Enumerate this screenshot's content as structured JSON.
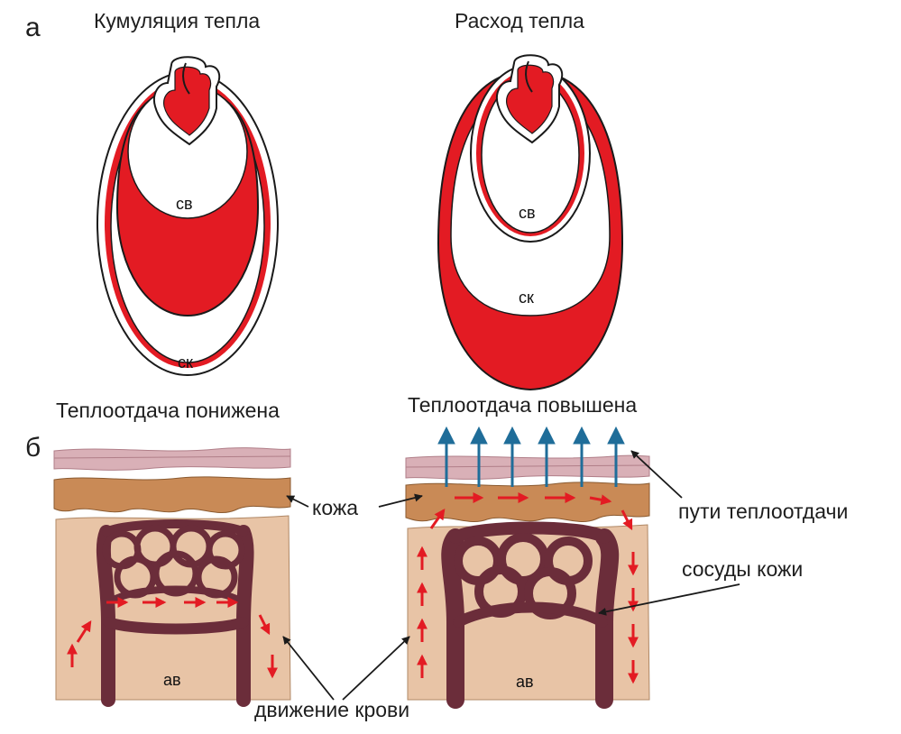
{
  "panel_a": {
    "letter": "а",
    "left_title": "Кумуляция тепла",
    "right_title": "Расход тепла",
    "left_sv": "св",
    "left_sk": "ск",
    "right_sv": "св",
    "right_sk": "ск"
  },
  "panel_b": {
    "letter": "б",
    "left_title": "Теплоотдача понижена",
    "right_title": "Теплоотдача повышена",
    "skin_label": "кожа",
    "heat_paths_label": "пути теплоотдачи",
    "vessels_label": "сосуды кожи",
    "blood_flow_label": "движение крови",
    "left_av": "ав",
    "right_av": "ав"
  },
  "colors": {
    "blood_red": "#e31b23",
    "outline": "#1a1a1a",
    "skin_brown": "#c98a56",
    "tissue": "#e8c4a6",
    "epidermis_pink": "#d9b0b7",
    "vessel": "#6b2d3a",
    "heat_arrow_blue": "#1f6d99"
  },
  "icons": [
    "heat-arrow-icon",
    "blood-flow-arrow-icon",
    "pointer-line-icon"
  ]
}
